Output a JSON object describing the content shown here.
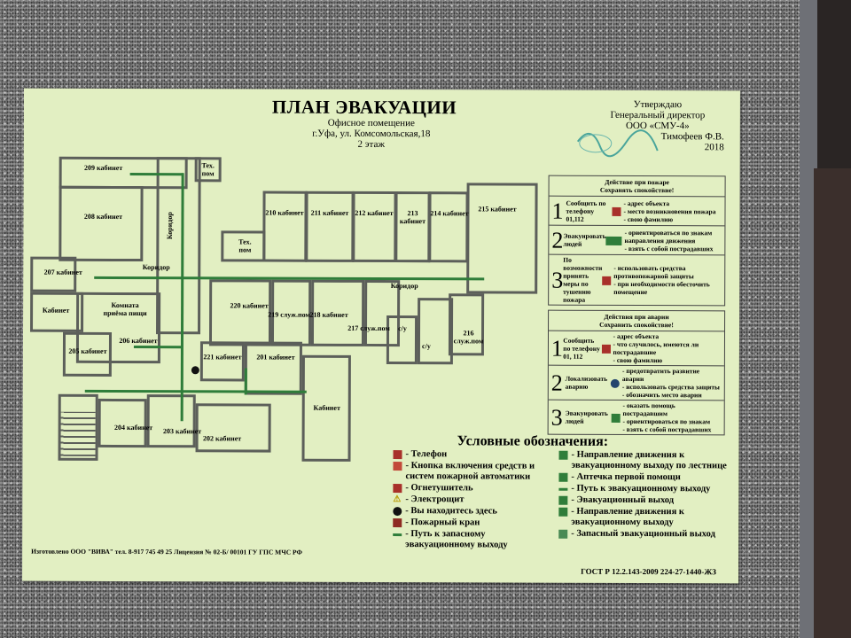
{
  "sign": {
    "title": "ПЛАН ЭВАКУАЦИИ",
    "subtitle": [
      "Офисное помещение",
      "г.Уфа, ул. Комсомольская,18",
      "2 этаж"
    ],
    "approval": [
      "Утверждаю",
      "Генеральный директор",
      "ООО «СМУ-4»",
      "Тимофеев Ф.В.",
      "2018"
    ],
    "rooms": {
      "r209": "209 кабинет",
      "r208": "208 кабинет",
      "tech1": "Тех. пом",
      "tech2": "Тех. пом",
      "corr1": "Коридор",
      "corr2": "Коридор",
      "corr3": "Коридор",
      "r207": "207 кабинет",
      "cab1": "Кабинет",
      "kitchen": "Комната приёма пищи",
      "r206": "206 кабинет",
      "r205": "205 кабинет",
      "r204": "204 кабинет",
      "r203": "203 кабинет",
      "r202": "202 кабинет",
      "r221": "221 кабинет",
      "r201": "201 кабинет",
      "r220": "220 кабинет",
      "r219": "219 служ.пом",
      "r218": "218 кабинет",
      "r217": "217 служ.пом",
      "wc1": "с/у",
      "wc2": "с/у",
      "r216": "216 служ.пом",
      "r210": "210 кабинет",
      "r211": "211 кабинет",
      "r212": "212 кабинет",
      "r213": "213 кабинет",
      "r214": "214 кабинет",
      "r215": "215 кабинет",
      "cab2": "Кабинет"
    },
    "fire_box": {
      "header": [
        "Действие при пожаре",
        "Сохранять спокойствие!"
      ],
      "steps": [
        {
          "n": "1",
          "action": "Сообщить по телефону 01,112",
          "items": [
            "- адрес объекта",
            "- место возникновения пожара",
            "- свою фамилию"
          ]
        },
        {
          "n": "2",
          "action": "Эвакуировать людей",
          "items": [
            "- ориентироваться по знакам направления движения",
            "- взять с собой пострадавших"
          ]
        },
        {
          "n": "3",
          "action": "По возможности принять меры по тушению пожара",
          "items": [
            "- использовать средства противопожарной защиты",
            "- при необходимости обесточить помещение"
          ]
        }
      ]
    },
    "accident_box": {
      "header": [
        "Действия при аварии",
        "Сохранить спокойствие!"
      ],
      "steps": [
        {
          "n": "1",
          "action": "Сообщить по телефону 01, 112",
          "items": [
            "- адрес объекта",
            "- что случилось, имеются ли пострадавшие",
            "- свою фамилию"
          ]
        },
        {
          "n": "2",
          "action": "Локализовать аварию",
          "items": [
            "- предотвратить развитие аварии",
            "- использовать средства защиты",
            "- обозначить место аварии"
          ]
        },
        {
          "n": "3",
          "action": "Эвакуировать людей",
          "items": [
            "- оказать помощь пострадавшим",
            "- ориентироваться по знакам",
            "- взять с собой пострадавших"
          ]
        }
      ]
    },
    "legend": {
      "title": "Условные обозначения:",
      "left": [
        "- Телефон",
        "- Кнопка включения средств и систем пожарной автоматики",
        "- Огнетушитель",
        "- Электрощит",
        "- Вы находитесь здесь",
        "- Пожарный кран",
        "- Путь к запасному эвакуационному выходу"
      ],
      "right": [
        "- Направление движения к эвакуационному выходу по лестнице",
        "- Аптечка первой помощи",
        "- Путь к эвакуационному выходу",
        "- Эвакуационный выход",
        "- Направление движения к эвакуационному выходу",
        "- Запасный эвакуационный выход"
      ]
    },
    "maker": "Изготовлено ООО \"ВИВА\" тел. 8-917 745 49 25  Лицензия № 02-Б/ 00101 ГУ ГПС МЧС РФ",
    "gost": "ГОСТ Р 12.2.143-2009 224-27-1440-ЖЗ"
  },
  "colors": {
    "sign": "#e2efc2",
    "walls": "#5c5f5a",
    "path": "#2f7d3a",
    "fire": "#a8302a"
  }
}
